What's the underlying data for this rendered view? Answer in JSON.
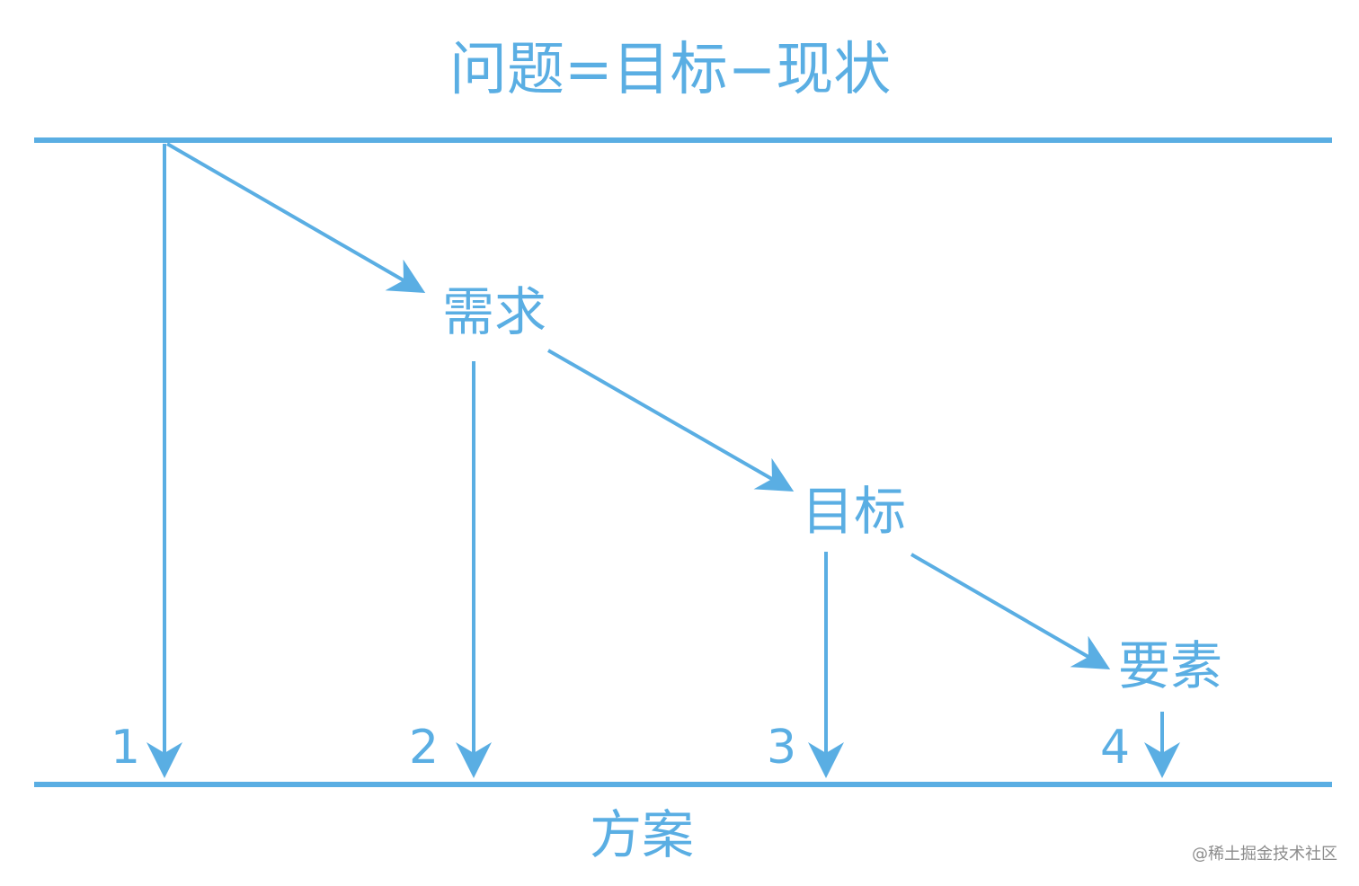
{
  "diagram": {
    "title": "问题=目标−现状",
    "nodes": [
      {
        "label": "需求"
      },
      {
        "label": "目标"
      },
      {
        "label": "要素"
      }
    ],
    "paths": [
      {
        "label": "1"
      },
      {
        "label": "2"
      },
      {
        "label": "3"
      },
      {
        "label": "4"
      }
    ],
    "bottom_label": "方案",
    "line_color": "#5aaee3"
  },
  "watermark": "@稀土掘金技术社区"
}
